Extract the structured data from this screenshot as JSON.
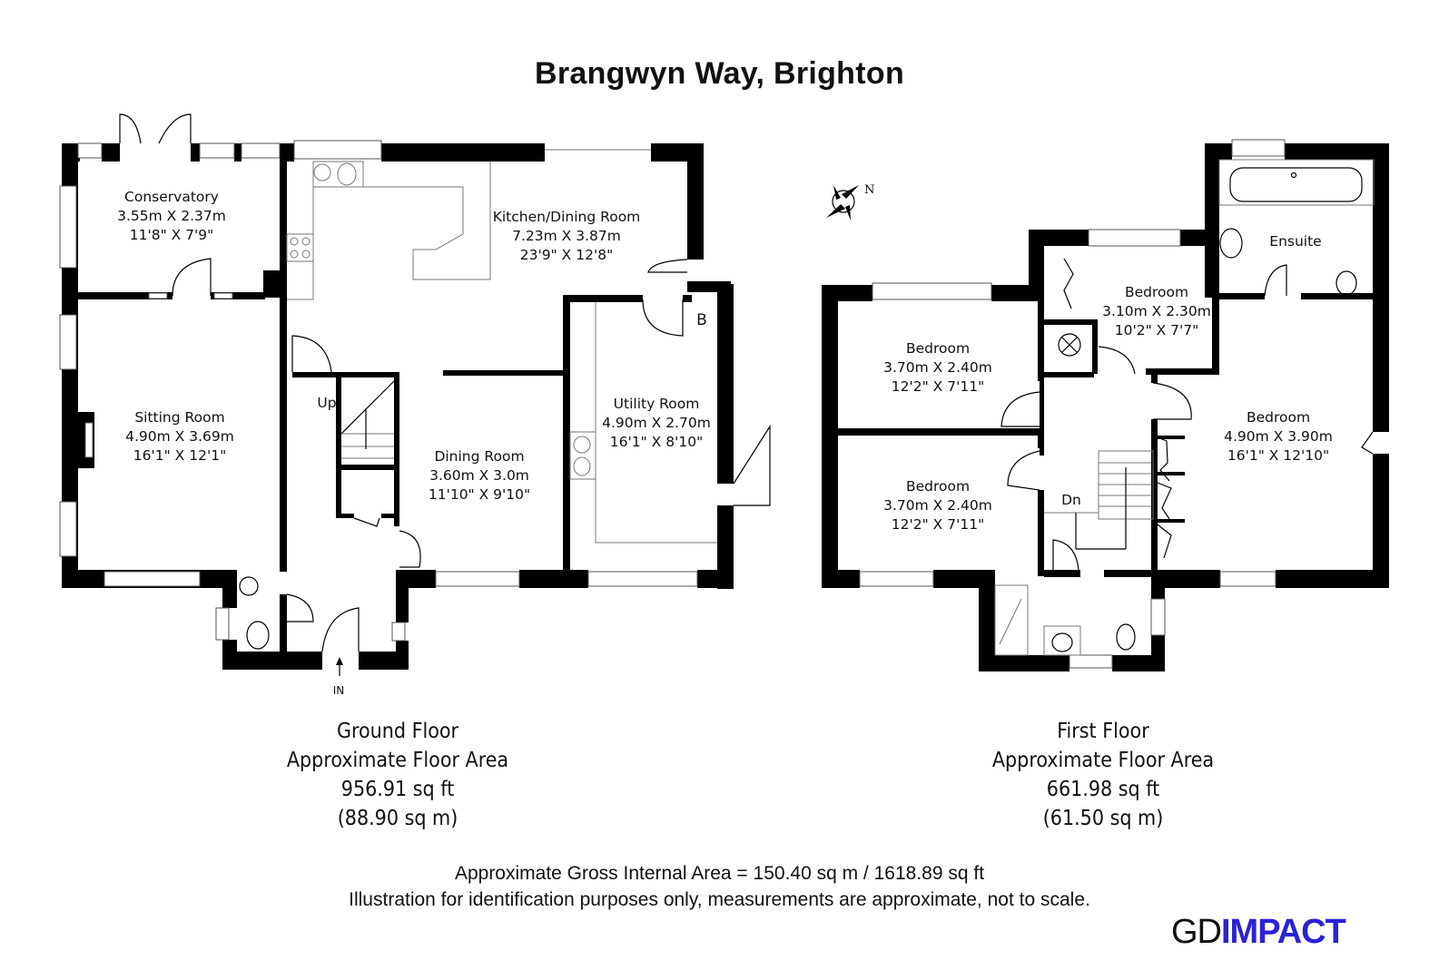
{
  "title": "Brangwyn Way, Brighton",
  "ground_floor": {
    "rooms": [
      {
        "name": "Conservatory",
        "metric": "3.55m X 2.37m",
        "imperial": "11'8\" X 7'9\""
      },
      {
        "name": "Kitchen/Dining Room",
        "metric": "7.23m X 3.87m",
        "imperial": "23'9\" X 12'8\""
      },
      {
        "name": "Sitting Room",
        "metric": "4.90m X 3.69m",
        "imperial": "16'1\" X 12'1\""
      },
      {
        "name": "Dining Room",
        "metric": "3.60m X 3.0m",
        "imperial": "11'10\" X 9'10\""
      },
      {
        "name": "Utility Room",
        "metric": "4.90m X 2.70m",
        "imperial": "16'1\" X 8'10\""
      }
    ],
    "marks": {
      "stairs": "Up",
      "entrance": "IN",
      "boiler": "B"
    },
    "summary": {
      "floor": "Ground Floor",
      "label": "Approximate Floor Area",
      "sqft": "956.91 sq ft",
      "sqm": "(88.90 sq m)"
    }
  },
  "first_floor": {
    "rooms": [
      {
        "name": "Ensuite",
        "metric": "",
        "imperial": ""
      },
      {
        "name": "Bedroom",
        "metric": "3.10m X 2.30m",
        "imperial": "10'2\" X 7'7\""
      },
      {
        "name": "Bedroom",
        "metric": "3.70m X 2.40m",
        "imperial": "12'2\" X 7'11\""
      },
      {
        "name": "Bedroom",
        "metric": "4.90m X 3.90m",
        "imperial": "16'1\" X 12'10\""
      },
      {
        "name": "Bedroom",
        "metric": "3.70m X 2.40m",
        "imperial": "12'2\" X 7'11\""
      }
    ],
    "marks": {
      "stairs": "Dn",
      "compass": "N"
    },
    "summary": {
      "floor": "First Floor",
      "label": "Approximate Floor Area",
      "sqft": "661.98 sq ft",
      "sqm": "(61.50 sq m)"
    }
  },
  "footer": {
    "gross_area": "Approximate Gross Internal Area = 150.40 sq m / 1618.89 sq ft",
    "disclaimer": "Illustration for identification purposes only, measurements are approximate, not to scale."
  },
  "logo": {
    "part1": "GD",
    "part2": "IMPACT",
    "accent_color": "#2b22d6"
  }
}
